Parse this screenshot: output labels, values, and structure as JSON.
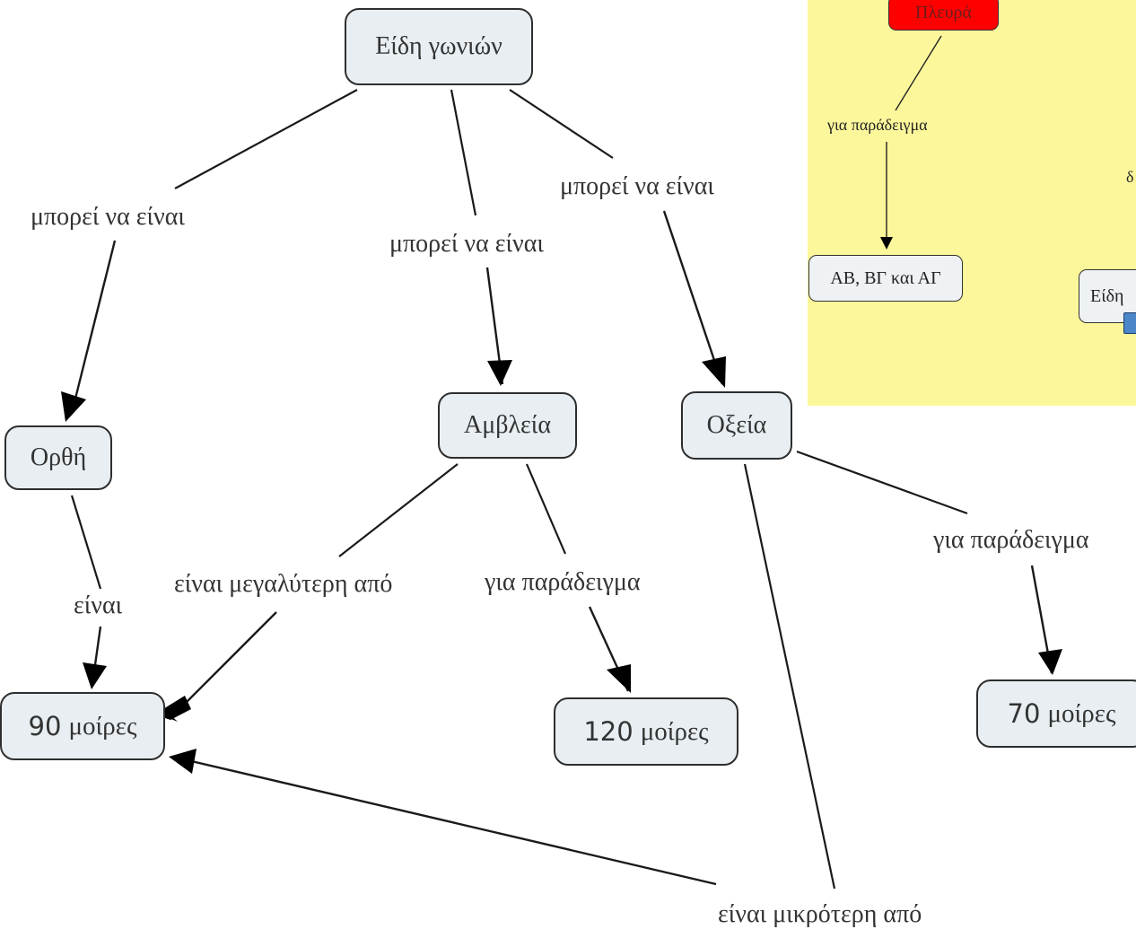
{
  "main_map": {
    "root": "Είδη γωνιών",
    "nodes": {
      "orthi": "Ορθή",
      "amvleia": "Αμβλεία",
      "oxeia": "Οξεία",
      "deg90_value": "90",
      "deg120_value": "120",
      "deg70_value": "70",
      "unit": "μοίρες"
    },
    "links": {
      "can_be_left": "μπορεί να είναι",
      "can_be_middle": "μπορεί να είναι",
      "can_be_right": "μπορεί να είναι",
      "is": "είναι",
      "greater_than": "είναι μεγαλύτερη από",
      "example_amvleia": "για παράδειγμα",
      "example_oxeia": "για παράδειγμα",
      "less_than": "είναι μικρότερη από"
    }
  },
  "inset_map": {
    "top_node": "Πλευρά",
    "link": "για παράδειγμα",
    "bottom_node": "ΑΒ, ΒΓ και ΑΓ",
    "partial_node": "Είδη",
    "partial_label": "δ",
    "colors": {
      "background": "#fdf79b",
      "highlight_node": "#ff0000"
    }
  }
}
